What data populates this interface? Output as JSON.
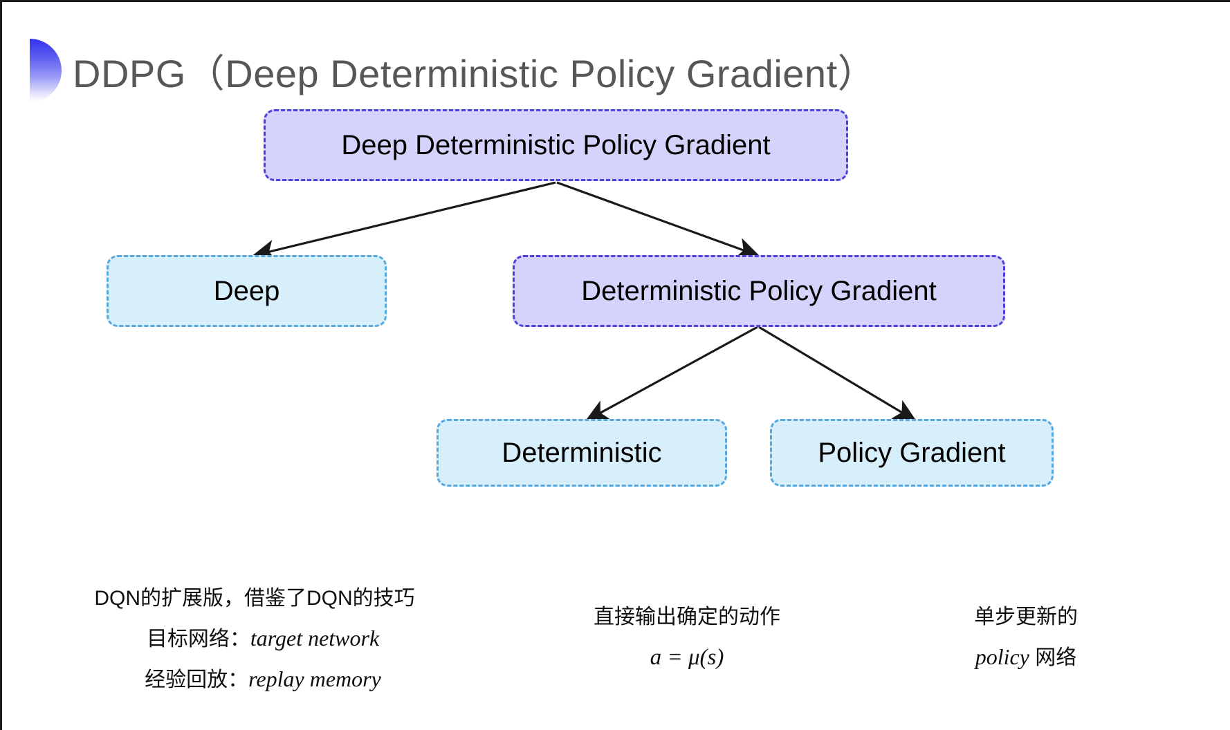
{
  "slide": {
    "title": "DDPG（Deep Deterministic Policy Gradient）",
    "title_color": "#575757",
    "background": "#ffffff",
    "bullet_icon": "half-circle-gradient-icon"
  },
  "palette": {
    "purple_fill": "#d5d3fb",
    "purple_border": "#4a40e0",
    "cyan_fill": "#d7effa",
    "cyan_border": "#57a9dd",
    "arrow_color": "#1a1a1a",
    "text_color": "#0f0f0f"
  },
  "diagram": {
    "type": "tree",
    "nodes": [
      {
        "id": "root",
        "label": "Deep Deterministic Policy Gradient",
        "style": "purple",
        "level": 0
      },
      {
        "id": "deep",
        "label": "Deep",
        "style": "cyan",
        "level": 1
      },
      {
        "id": "dpg",
        "label": "Deterministic Policy Gradient",
        "style": "purple",
        "level": 1
      },
      {
        "id": "det",
        "label": "Deterministic",
        "style": "cyan",
        "level": 2
      },
      {
        "id": "pg",
        "label": "Policy Gradient",
        "style": "cyan",
        "level": 2
      }
    ],
    "edges": [
      {
        "from": "root",
        "to": "deep",
        "arrow": "end"
      },
      {
        "from": "root",
        "to": "dpg",
        "arrow": "end"
      },
      {
        "from": "dpg",
        "to": "det",
        "arrow": "end"
      },
      {
        "from": "dpg",
        "to": "pg",
        "arrow": "end"
      }
    ]
  },
  "captions": {
    "left": {
      "for_node": "deep",
      "line1": "DQN的扩展版，借鉴了DQN的技巧",
      "line2_label": "目标网络：",
      "line2_term": "target network",
      "line3_label": "经验回放：",
      "line3_term": "replay memory"
    },
    "middle": {
      "for_node": "det",
      "line1": "直接输出确定的动作",
      "line2_formula": "a = μ(s)"
    },
    "right": {
      "for_node": "pg",
      "line1": "单步更新的",
      "line2_term": "policy",
      "line2_tail": " 网络"
    }
  }
}
